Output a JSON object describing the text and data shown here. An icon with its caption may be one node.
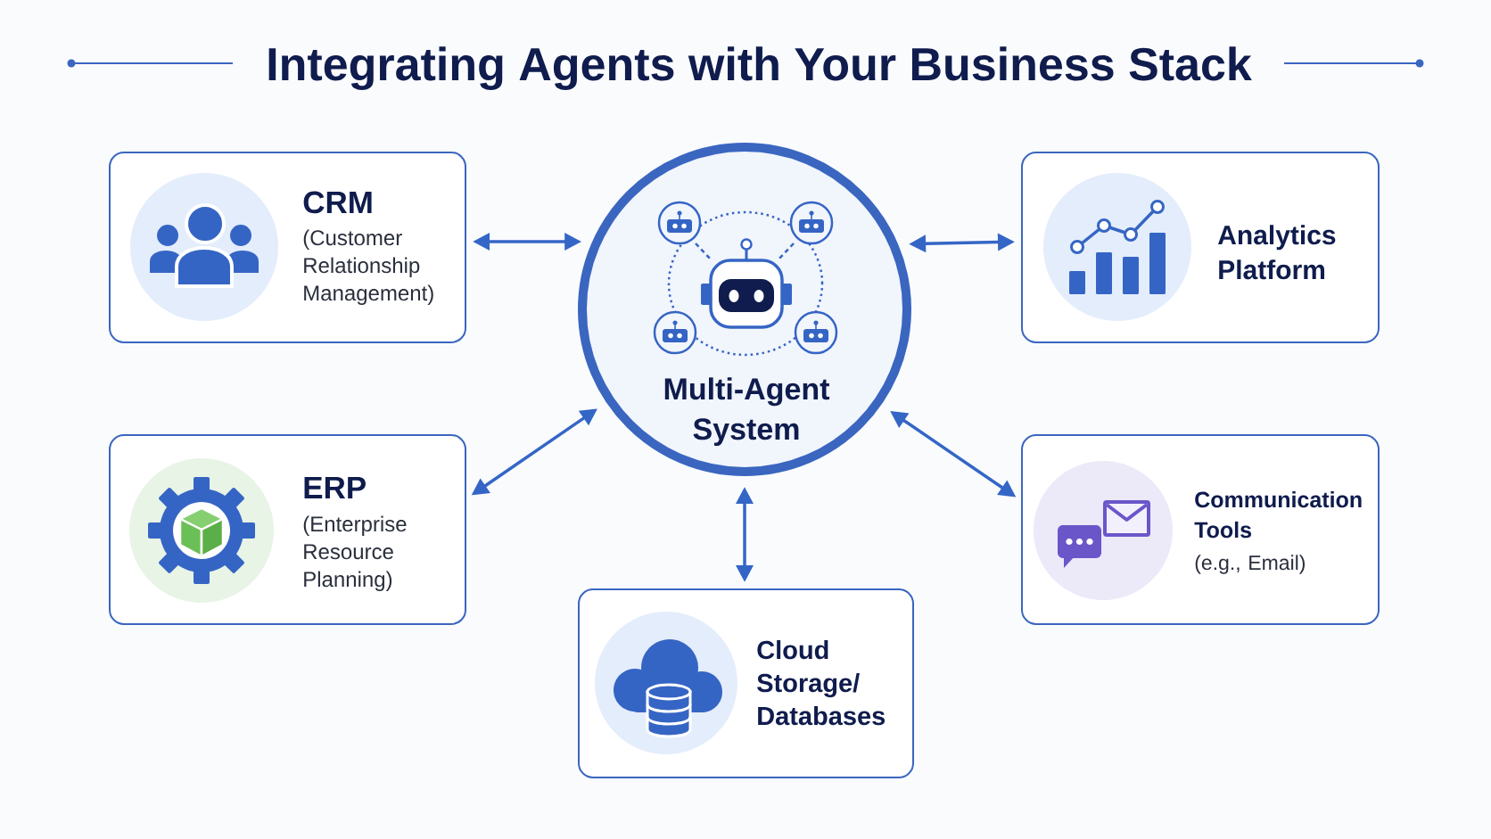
{
  "diagram": {
    "title": "Integrating Agents with Your Business Stack",
    "nodes": [
      {
        "text": [
          "CRM",
          "(Customer Relationship Management)"
        ]
      },
      {
        "text": [
          "Multi-Agent System"
        ]
      },
      {
        "text": [
          "Analytics Platform"
        ]
      },
      {
        "text": [
          "ERP",
          "(Enterprise Resource Planning)"
        ]
      },
      {
        "text": [
          "Communication Tools",
          "(e.g., Email)"
        ]
      },
      {
        "text": [
          "Cloud Storage/ Databases"
        ]
      }
    ],
    "edges": [
      {
        "from": 0,
        "to": 1,
        "arrow": "both"
      },
      {
        "from": 1,
        "to": 2,
        "arrow": "both"
      },
      {
        "from": 3,
        "to": 1,
        "arrow": "both"
      },
      {
        "from": 1,
        "to": 4,
        "arrow": "both"
      },
      {
        "from": 1,
        "to": 5,
        "arrow": "both"
      }
    ]
  }
}
